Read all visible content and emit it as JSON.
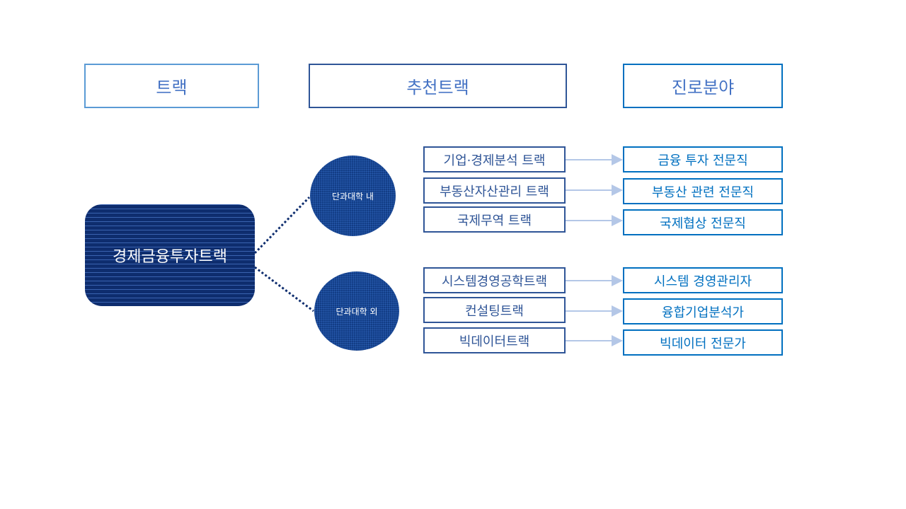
{
  "headers": {
    "track": "트랙",
    "recommended": "추천트랙",
    "career": "진로분야"
  },
  "main_track": "경제금융투자트랙",
  "groups": [
    {
      "label": "단과대학 내",
      "rows": [
        {
          "track": "기업·경제분석 트랙",
          "career": "금융 투자 전문직"
        },
        {
          "track": "부동산자산관리 트랙",
          "career": "부동산 관련 전문직"
        },
        {
          "track": "국제무역 트랙",
          "career": "국제협상 전문직"
        }
      ]
    },
    {
      "label": "단과대학 외",
      "rows": [
        {
          "track": "시스템경영공학트랙",
          "career": "시스템 경영관리자"
        },
        {
          "track": "컨설팅트랙",
          "career": "융합기업분석가"
        },
        {
          "track": "빅데이터트랙",
          "career": "빅데이터 전문가"
        }
      ]
    }
  ],
  "colors": {
    "navy": "#0e2d6e",
    "track_border": "#2f5597",
    "career_border": "#0070c0",
    "arrow": "#b4c7e7"
  }
}
